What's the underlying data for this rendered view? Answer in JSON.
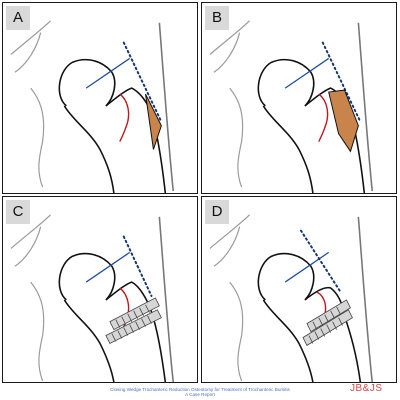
{
  "panels": [
    {
      "label": "A"
    },
    {
      "label": "B"
    },
    {
      "label": "C"
    },
    {
      "label": "D"
    }
  ],
  "caption": {
    "line1": "Closing Wedge Trochanteric Reduction Osteotomy for Treatment of Trochanteric Bursitis",
    "line2": "A Case Report"
  },
  "logo": {
    "text": "JB&JS"
  },
  "colors": {
    "bone_outline": "#111111",
    "faint_outline": "#9a9a9a",
    "neck_line": "#1f4e9c",
    "osteotomy_line": "#c0161b",
    "wedge_fill": "#c8844a",
    "dotted_line": "#17356f",
    "screw": "#444444"
  }
}
